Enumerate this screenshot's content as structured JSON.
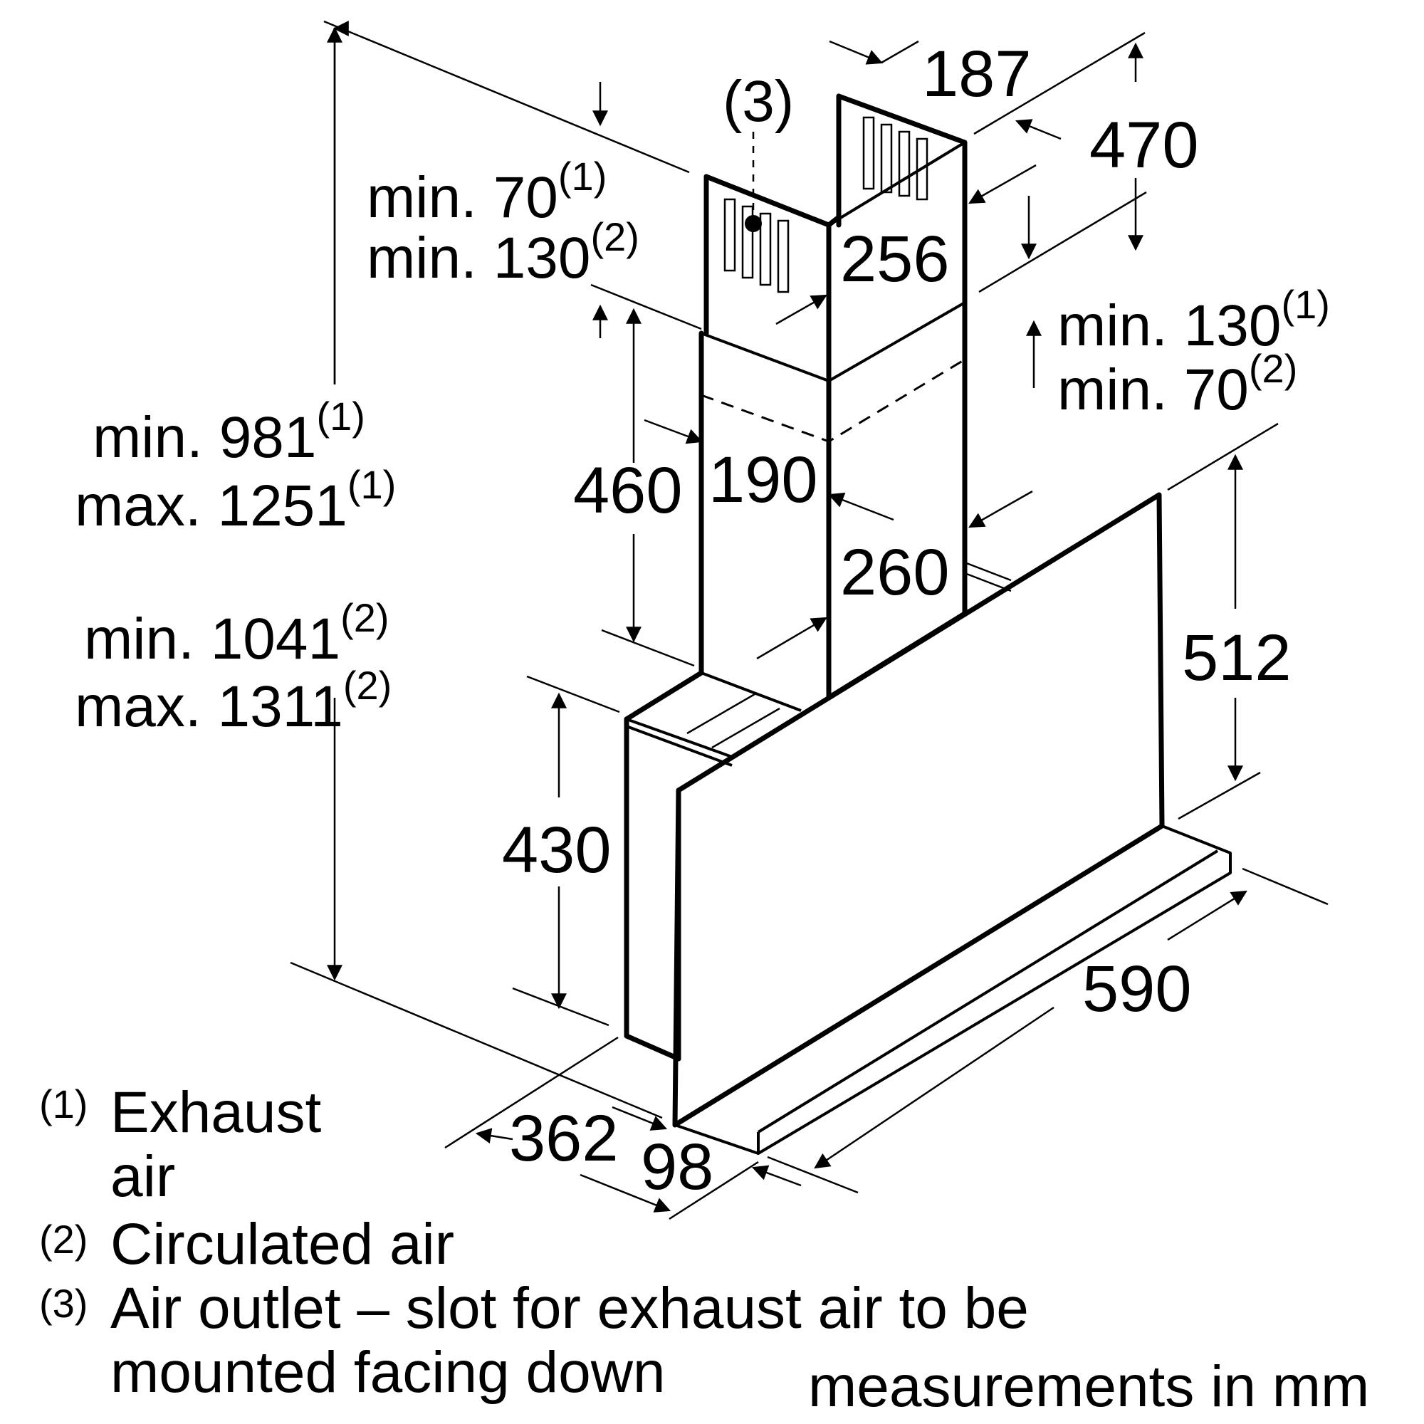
{
  "dimensions": {
    "d187": "187",
    "d470": "470",
    "d256": "256",
    "d460": "460",
    "d190": "190",
    "d260": "260",
    "d512": "512",
    "d430": "430",
    "d590": "590",
    "d362": "362",
    "d98": "98"
  },
  "callouts": {
    "outlet_marker": "(3)",
    "top_left_min": {
      "text": "min. 70",
      "sup": "(1)"
    },
    "top_left_min2": {
      "text": "min. 130",
      "sup": "(2)"
    },
    "right_min": {
      "text": "min. 130",
      "sup": "(1)"
    },
    "right_min2": {
      "text": "min. 70",
      "sup": "(2)"
    },
    "height_exhaust_min": {
      "text": "min. 981",
      "sup": "(1)"
    },
    "height_exhaust_max": {
      "text": "max. 1251",
      "sup": "(1)"
    },
    "height_circ_min": {
      "text": "min. 1041",
      "sup": "(2)"
    },
    "height_circ_max": {
      "text": "max. 1311",
      "sup": "(2)"
    }
  },
  "legend": [
    {
      "marker": "(1)",
      "lines": [
        "Exhaust",
        "air"
      ]
    },
    {
      "marker": "(2)",
      "lines": [
        "Circulated air"
      ]
    },
    {
      "marker": "(3)",
      "lines": [
        "Air outlet – slot for exhaust air to be",
        "mounted facing down"
      ]
    }
  ],
  "units_note": "measurements in mm"
}
